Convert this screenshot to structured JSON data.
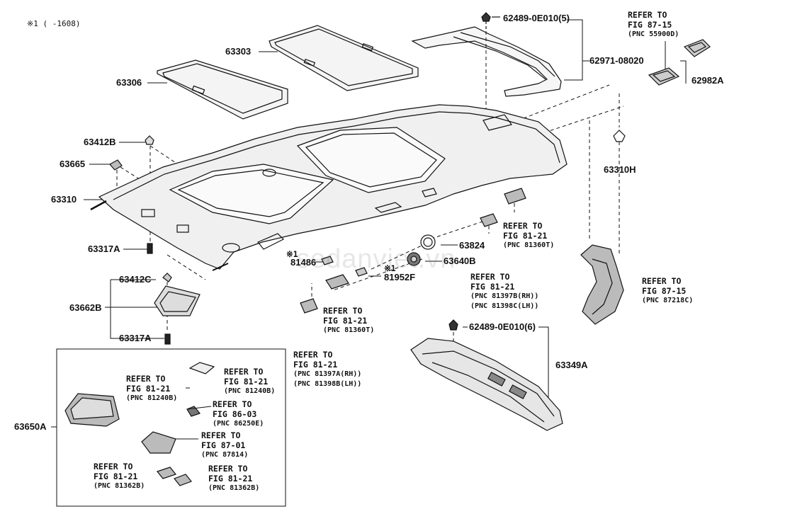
{
  "note": "※1 (   -1608)",
  "watermark": "sedanviet.vn",
  "parts": {
    "p62489_top": "62489-0E010(5)",
    "p62971": "62971-08020",
    "p63303": "63303",
    "p63306": "63306",
    "p62982A": "62982A",
    "p63412B": "63412B",
    "p63665": "63665",
    "p63310": "63310",
    "p63310H": "63310H",
    "p63317A_1": "63317A",
    "p63824": "63824",
    "p63640B": "63640B",
    "p81486": "81486",
    "p81952F": "81952F",
    "p63412C": "63412C",
    "p63662B": "63662B",
    "p63317A_2": "63317A",
    "p62489_bot": "62489-0E010(6)",
    "p63349A": "63349A",
    "p63650A": "63650A",
    "mark_81486": "※1",
    "mark_81952F": "※1"
  },
  "refs": {
    "r1": {
      "title": "REFER TO",
      "fig": "FIG 87-15",
      "pnc": "(PNC 55900D)"
    },
    "r2": {
      "title": "REFER TO",
      "fig": "FIG 81-21",
      "pnc": "(PNC 81360T)"
    },
    "r3": {
      "title": "REFER TO",
      "fig": "FIG 81-21",
      "pnc": "(PNC 81397B(RH))",
      "pnc2": "(PNC 81398C(LH))"
    },
    "r4": {
      "title": "REFER TO",
      "fig": "FIG 87-15",
      "pnc": "(PNC 87218C)"
    },
    "r5": {
      "title": "REFER TO",
      "fig": "FIG 81-21",
      "pnc": "(PNC 81360T)"
    },
    "r6": {
      "title": "REFER TO",
      "fig": "FIG 81-21",
      "pnc": "(PNC 81397A(RH))",
      "pnc2": "(PNC 81398B(LH))"
    },
    "r7": {
      "title": "REFER TO",
      "fig": "FIG 81-21",
      "pnc": "(PNC 81240B)"
    },
    "r8": {
      "title": "REFER TO",
      "fig": "FIG 81-21",
      "pnc": "(PNC 81240B)"
    },
    "r9": {
      "title": "REFER TO",
      "fig": "FIG 86-03",
      "pnc": "(PNC 86250E)"
    },
    "r10": {
      "title": "REFER TO",
      "fig": "FIG 87-01",
      "pnc": "(PNC 87814)"
    },
    "r11": {
      "title": "REFER TO",
      "fig": "FIG 81-21",
      "pnc": "(PNC 81362B)"
    },
    "r12": {
      "title": "REFER TO",
      "fig": "FIG 81-21",
      "pnc": "(PNC 81362B)"
    }
  }
}
